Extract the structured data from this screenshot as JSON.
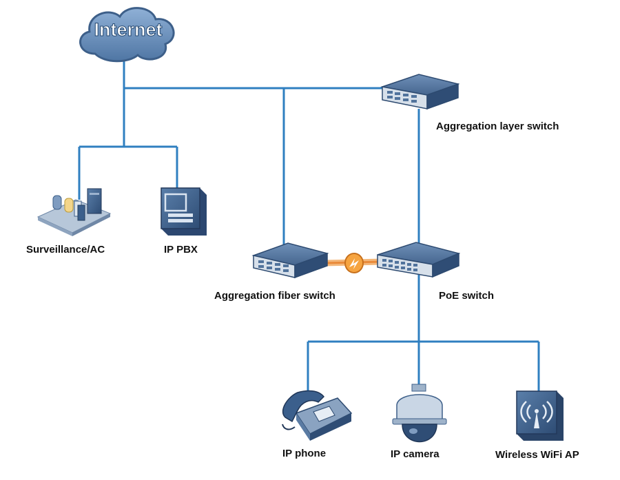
{
  "nodes": {
    "internet": "Internet",
    "aggregation_layer_switch": "Aggregation layer switch",
    "surveillance_ac": "Surveillance/AC",
    "ip_pbx": "IP PBX",
    "aggregation_fiber_switch": "Aggregation fiber switch",
    "poe_switch": "PoE switch",
    "ip_phone": "IP phone",
    "ip_camera": "IP camera",
    "wireless_wifi_ap": "Wireless WiFi AP"
  },
  "colors": {
    "link": "#2f7fc0",
    "fiber_link": "#f0a050",
    "device_body": "#3a5f8a",
    "cloud": "#6d8fb6"
  }
}
